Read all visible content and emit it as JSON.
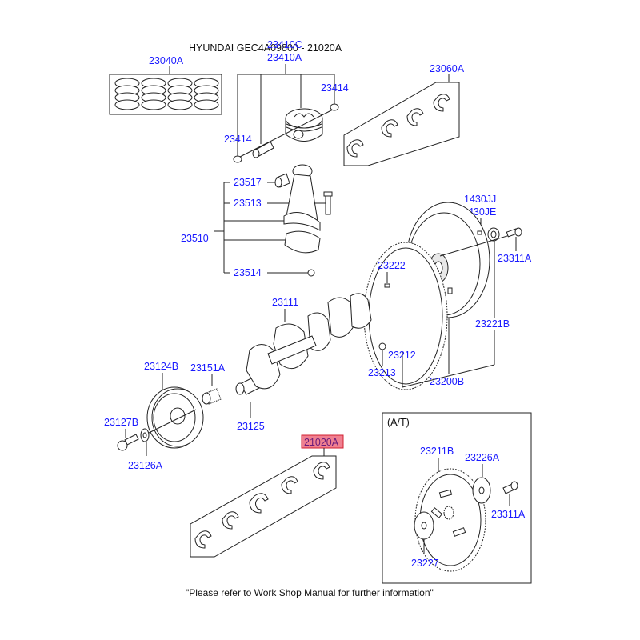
{
  "header": {
    "title": "HYUNDAI GEC4A09800 - 21020A"
  },
  "footer": {
    "note": "\"Please refer to Work Shop Manual for further information\""
  },
  "highlight_color": "#f08090",
  "label_color": "#1a1aff",
  "labels": {
    "p23410C": "23410C",
    "p23410A": "23410A",
    "p23040A": "23040A",
    "p23414_right": "23414",
    "p23414_left": "23414",
    "p23060A": "23060A",
    "p23517": "23517",
    "p23513": "23513",
    "p23510": "23510",
    "p23514": "23514",
    "p1430JJ": "1430JJ",
    "p1430JE": "1430JE",
    "p23311A_top": "23311A",
    "p23222": "23222",
    "p23221B": "23221B",
    "p23111": "23111",
    "p23212": "23212",
    "p23213": "23213",
    "p23200B": "23200B",
    "p23124B": "23124B",
    "p23151A": "23151A",
    "p23125": "23125",
    "p23127B": "23127B",
    "p23126A": "23126A",
    "p21020A": "21020A",
    "at_title": "(A/T)",
    "p23211B": "23211B",
    "p23226A": "23226A",
    "p23311A_at": "23311A",
    "p23227": "23227"
  }
}
